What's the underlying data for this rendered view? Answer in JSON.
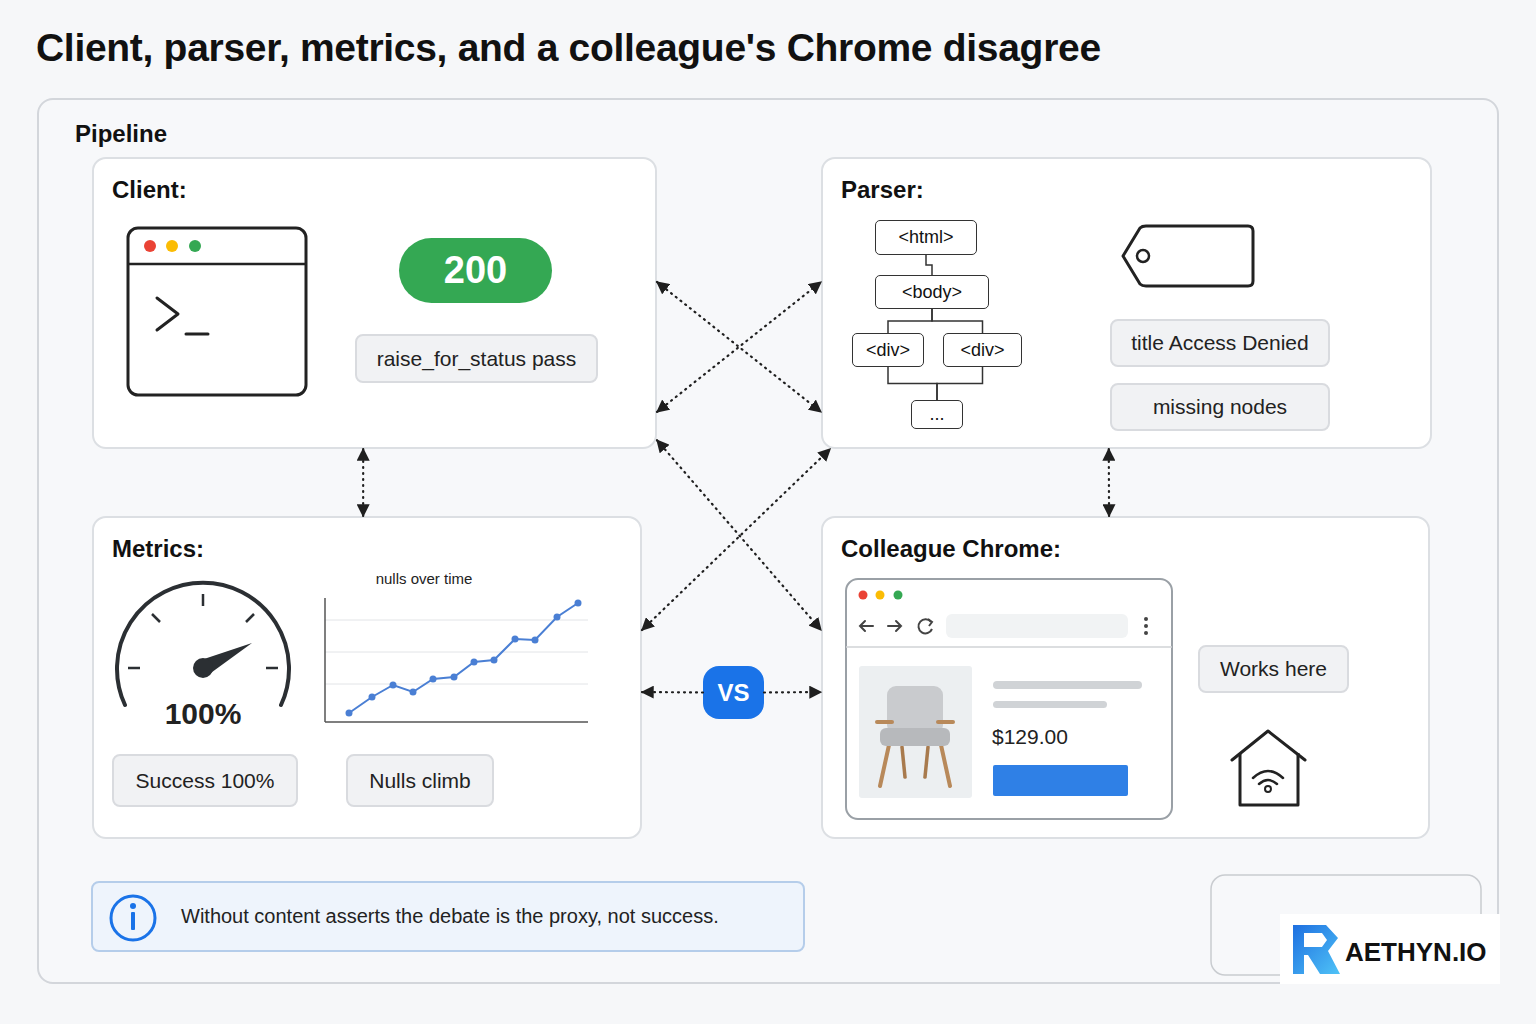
{
  "diagram": {
    "title": "Client, parser, metrics, and a colleague's Chrome disagree",
    "nodes": [
      {
        "text": [
          "Pipeline"
        ]
      },
      {
        "text": [
          "Client:"
        ],
        "in": 0
      },
      {
        "text": [
          "200"
        ],
        "in": 1
      },
      {
        "text": [
          "raise_for_status pass"
        ],
        "in": 1
      },
      {
        "text": [
          "Parser:"
        ],
        "in": 0
      },
      {
        "text": [
          "<html>"
        ],
        "in": 4
      },
      {
        "text": [
          "<body>"
        ],
        "in": 4
      },
      {
        "text": [
          "<div>"
        ],
        "in": 4
      },
      {
        "text": [
          "<div>"
        ],
        "in": 4
      },
      {
        "text": [
          "..."
        ],
        "in": 4
      },
      {
        "text": [
          "title Access Denied"
        ],
        "in": 4
      },
      {
        "text": [
          "missing nodes"
        ],
        "in": 4
      },
      {
        "text": [
          "Metrics:"
        ],
        "in": 0
      },
      {
        "text": [
          "Success 100%"
        ],
        "in": 12
      },
      {
        "text": [
          "Nulls climb"
        ],
        "in": 12
      },
      {
        "text": [
          "Colleague Chrome:"
        ],
        "in": 0
      },
      {
        "text": [
          "Works here"
        ],
        "in": 15
      },
      {
        "text": [
          "VS"
        ],
        "in": 0
      },
      {
        "text": [
          "Without content asserts the debate is the proxy, not success."
        ],
        "in": 0
      }
    ],
    "edges": [
      {
        "from": 1,
        "to": 4,
        "arrow": "both"
      },
      {
        "from": 1,
        "to": 4,
        "arrow": "both"
      },
      {
        "from": 1,
        "to": 12,
        "arrow": "both"
      },
      {
        "from": 4,
        "to": 15,
        "arrow": "both"
      },
      {
        "from": 1,
        "to": 15,
        "arrow": "both"
      },
      {
        "from": 12,
        "to": 4,
        "arrow": "both"
      },
      {
        "from": 17,
        "to": 12,
        "arrow": "to"
      },
      {
        "from": 17,
        "to": 15,
        "arrow": "to"
      },
      {
        "from": 5,
        "to": 6,
        "arrow": "none"
      },
      {
        "from": 6,
        "to": 7,
        "arrow": "none"
      },
      {
        "from": 6,
        "to": 8,
        "arrow": "none"
      },
      {
        "from": 7,
        "to": 9,
        "arrow": "none"
      },
      {
        "from": 8,
        "to": 9,
        "arrow": "none"
      }
    ],
    "labels": [
      "100%",
      "nulls over time",
      "$129.00",
      "AETHYN.IO"
    ]
  }
}
